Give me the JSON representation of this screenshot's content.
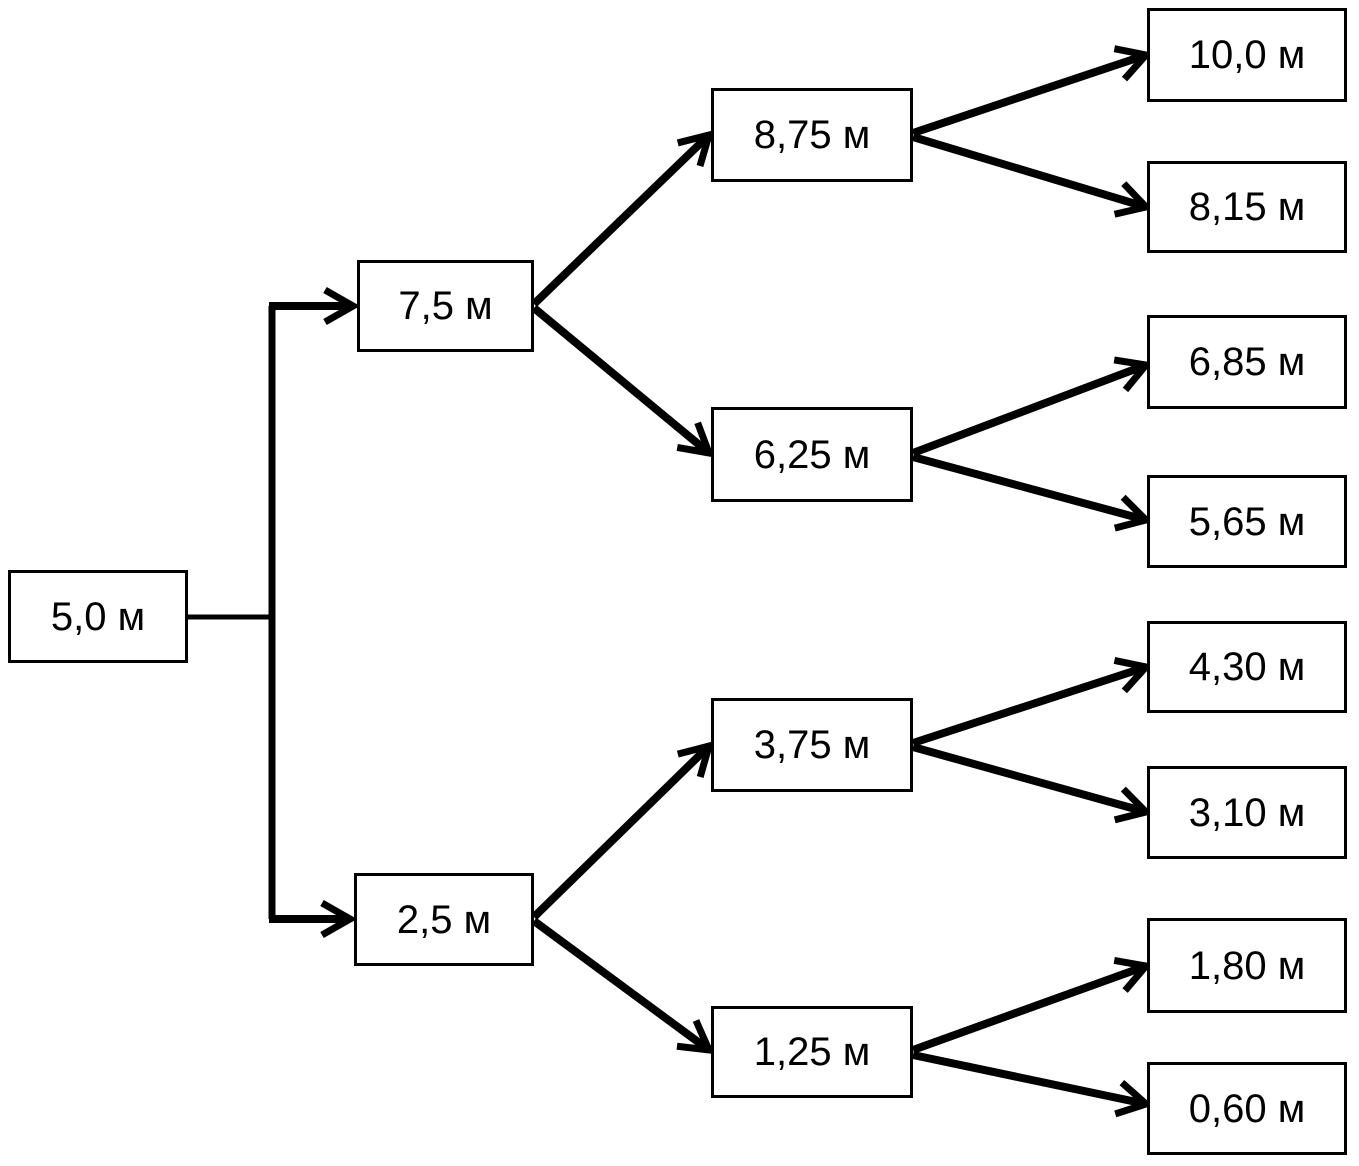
{
  "diagram": {
    "type": "tree",
    "direction": "left-to-right",
    "unit": "м",
    "colors": {
      "background": "#ffffff",
      "box_fill": "#ffffff",
      "box_border": "#000000",
      "line": "#000000",
      "text": "#000000"
    }
  },
  "tree": {
    "root": {
      "label": "5,0 м"
    },
    "level2": [
      {
        "label": "7,5 м",
        "parent": "5,0 м"
      },
      {
        "label": "2,5 м",
        "parent": "5,0 м"
      }
    ],
    "level3": [
      {
        "label": "8,75 м",
        "parent": "7,5 м"
      },
      {
        "label": "6,25 м",
        "parent": "7,5 м"
      },
      {
        "label": "3,75 м",
        "parent": "2,5 м"
      },
      {
        "label": "1,25 м",
        "parent": "2,5 м"
      }
    ],
    "level4": [
      {
        "label": "10,0 м",
        "parent": "8,75 м"
      },
      {
        "label": "8,15 м",
        "parent": "8,75 м"
      },
      {
        "label": "6,85 м",
        "parent": "6,25 м"
      },
      {
        "label": "5,65 м",
        "parent": "6,25 м"
      },
      {
        "label": "4,30 м",
        "parent": "3,75 м"
      },
      {
        "label": "3,10 м",
        "parent": "3,75 м"
      },
      {
        "label": "1,80 м",
        "parent": "1,25 м"
      },
      {
        "label": "0,60 м",
        "parent": "1,25 м"
      }
    ],
    "edges": [
      {
        "from": "5,0 м",
        "to": "7,5 м"
      },
      {
        "from": "5,0 м",
        "to": "2,5 м"
      },
      {
        "from": "7,5 м",
        "to": "8,75 м"
      },
      {
        "from": "7,5 м",
        "to": "6,25 м"
      },
      {
        "from": "2,5 м",
        "to": "3,75 м"
      },
      {
        "from": "2,5 м",
        "to": "1,25 м"
      },
      {
        "from": "8,75 м",
        "to": "10,0 м"
      },
      {
        "from": "8,75 м",
        "to": "8,15 м"
      },
      {
        "from": "6,25 м",
        "to": "6,85 м"
      },
      {
        "from": "6,25 м",
        "to": "5,65 м"
      },
      {
        "from": "3,75 м",
        "to": "4,30 м"
      },
      {
        "from": "3,75 м",
        "to": "3,10 м"
      },
      {
        "from": "1,25 м",
        "to": "1,80 м"
      },
      {
        "from": "1,25 м",
        "to": "0,60 м"
      }
    ]
  }
}
